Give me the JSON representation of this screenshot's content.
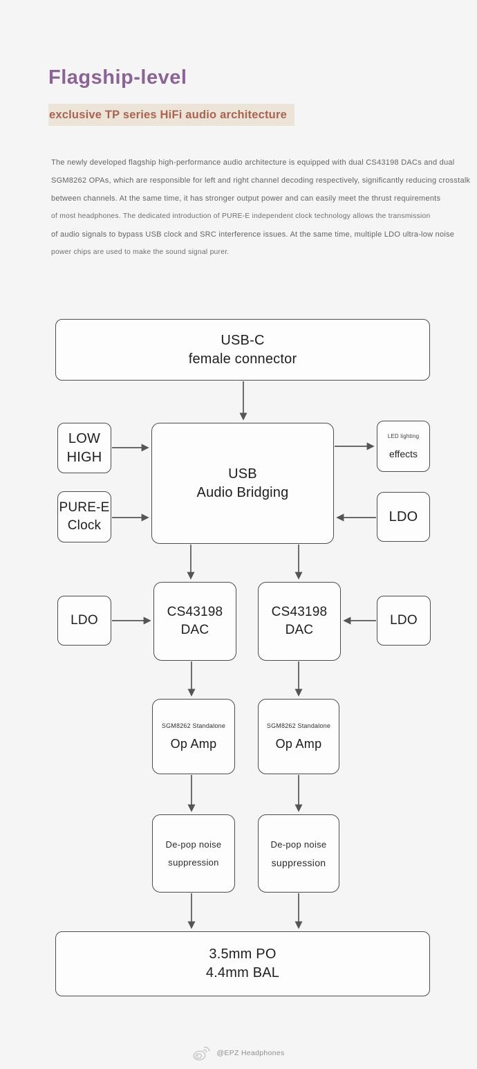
{
  "page": {
    "title": "Flagship-level",
    "subtitle": "exclusive TP series HiFi audio architecture",
    "paragraph_lines": [
      "The newly developed flagship high-performance audio architecture is equipped with dual CS43198 DACs and dual",
      "SGM8262 OPAs, which are responsible for left and right channel decoding respectively, significantly reducing crosstalk",
      "between channels. At the same time, it has stronger output power and can easily meet the thrust requirements",
      "of most headphones. The dedicated introduction of PURE-E independent clock technology allows the transmission",
      "of audio signals to bypass USB clock and SRC interference issues. At the same time, multiple LDO ultra-low noise",
      "power chips are used to make the sound signal purer."
    ],
    "colors": {
      "background": "#f5f5f6",
      "title": "#8b6394",
      "subtitle_text": "#a96350",
      "subtitle_highlight": "#ece4d8",
      "node_border": "#4c4c4c",
      "node_fill": "#fdfdfe",
      "arrow": "#555555"
    },
    "footer": {
      "icon": "weibo-icon",
      "handle": "@EPZ Headphones"
    }
  },
  "diagram": {
    "nodes": {
      "usb_c": {
        "line1": "USB-C",
        "line2": "female connector"
      },
      "low_high": {
        "line1": "LOW",
        "line2": "HIGH"
      },
      "pure_e": {
        "line1": "PURE-E",
        "line2": "Clock"
      },
      "bridge": {
        "line1": "USB",
        "line2": "Audio Bridging"
      },
      "led": {
        "line1": "LED lighting",
        "line2": "effects"
      },
      "ldo_right_b": {
        "label": "LDO"
      },
      "ldo_left_c": {
        "label": "LDO"
      },
      "dac_left": {
        "line1": "CS43198",
        "line2": "DAC"
      },
      "dac_right": {
        "line1": "CS43198",
        "line2": "DAC"
      },
      "ldo_right_c": {
        "label": "LDO"
      },
      "opamp_left": {
        "line1": "SGM8262 Standalone",
        "line2": "Op Amp"
      },
      "opamp_right": {
        "line1": "SGM8262 Standalone",
        "line2": "Op Amp"
      },
      "depop_left": {
        "line1": "De-pop noise",
        "line2": "suppression"
      },
      "depop_right": {
        "line1": "De-pop noise",
        "line2": "suppression"
      },
      "output": {
        "line1": "3.5mm PO",
        "line2": "4.4mm BAL"
      }
    }
  }
}
